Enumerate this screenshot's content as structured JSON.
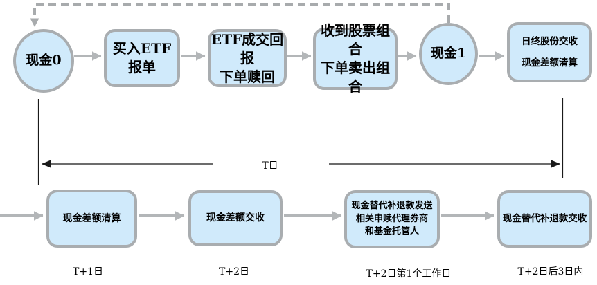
{
  "diagram": {
    "title_hint": "ETF cash redemption settlement flow",
    "top_nodes": [
      {
        "label": "现金0"
      },
      {
        "line1": "买入ETF",
        "line2": "报单"
      },
      {
        "line1": "ETF成交回报",
        "line2": "下单赎回"
      },
      {
        "line1": "收到股票组合",
        "line2": "下单卖出组合"
      },
      {
        "label": "现金1"
      },
      {
        "line1": "日终股份交收",
        "line2": "现金差额清算"
      }
    ],
    "t_day_label": "T日",
    "bottom_nodes": [
      {
        "label": "现金差额清算",
        "time_label": "T+1日"
      },
      {
        "label": "现金差额交收",
        "time_label": "T+2日"
      },
      {
        "line1": "现金替代补退款发送",
        "line2": "相关申赎代理券商",
        "line3": "和基金托管人",
        "time_label": "T+2日第1个工作日"
      },
      {
        "label": "现金替代补退款交收",
        "time_label": "T+2日后3日内"
      }
    ],
    "colors": {
      "node_fill": "#d0eafb",
      "node_border": "#a9adb0",
      "arrow_gray": "#b3b6b8",
      "dashed_gray": "#a8abad",
      "thin_line": "#1a1a1a"
    }
  }
}
